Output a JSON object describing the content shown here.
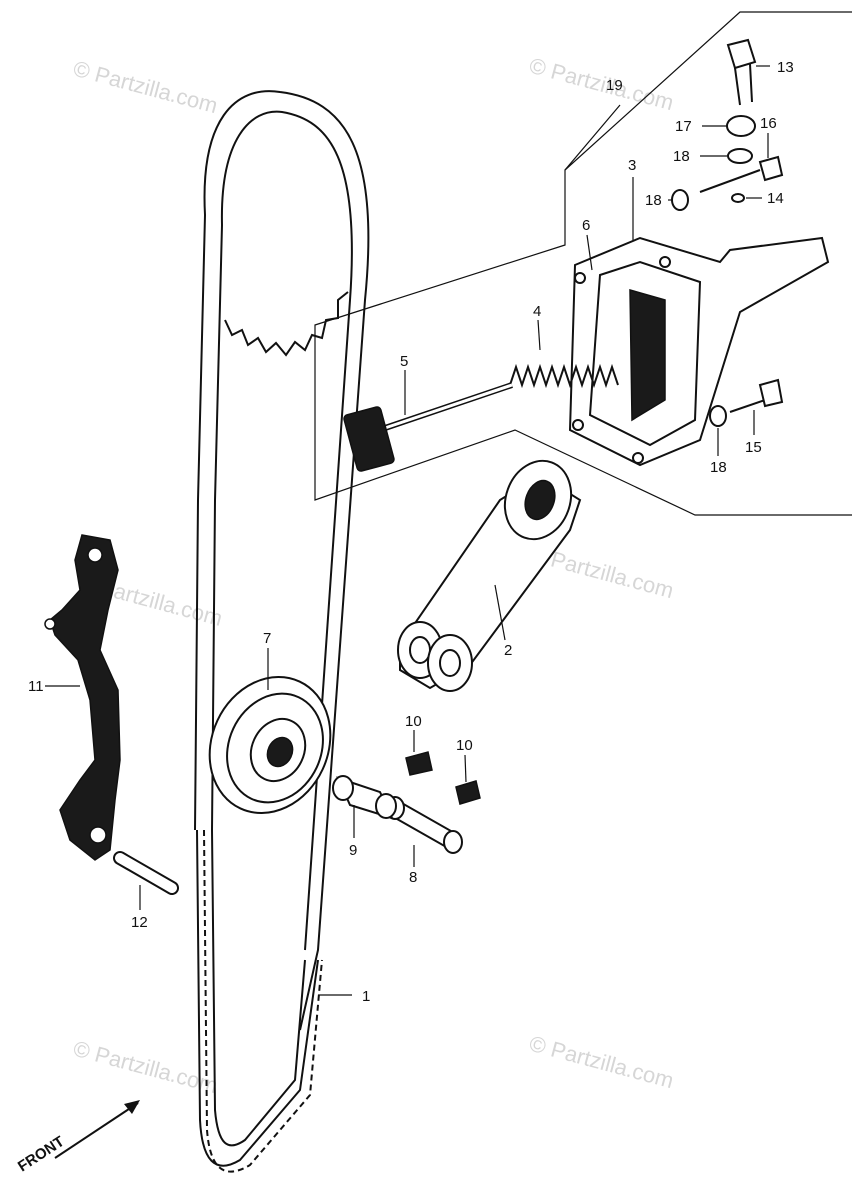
{
  "diagram": {
    "watermarks": [
      "© Partzilla.com",
      "© Partzilla.com",
      "©partzilla.com",
      "© Partzilla.com",
      "© Partzilla.com",
      "© Partzilla.com"
    ],
    "front_label": "FRONT",
    "callouts": {
      "c1": "1",
      "c2": "2",
      "c3": "3",
      "c4": "4",
      "c5": "5",
      "c6": "6",
      "c7": "7",
      "c8": "8",
      "c9": "9",
      "c10a": "10",
      "c10b": "10",
      "c11": "11",
      "c12": "12",
      "c13": "13",
      "c14": "14",
      "c15": "15",
      "c16": "16",
      "c17": "17",
      "c18a": "18",
      "c18b": "18",
      "c18c": "18",
      "c19": "19"
    }
  }
}
